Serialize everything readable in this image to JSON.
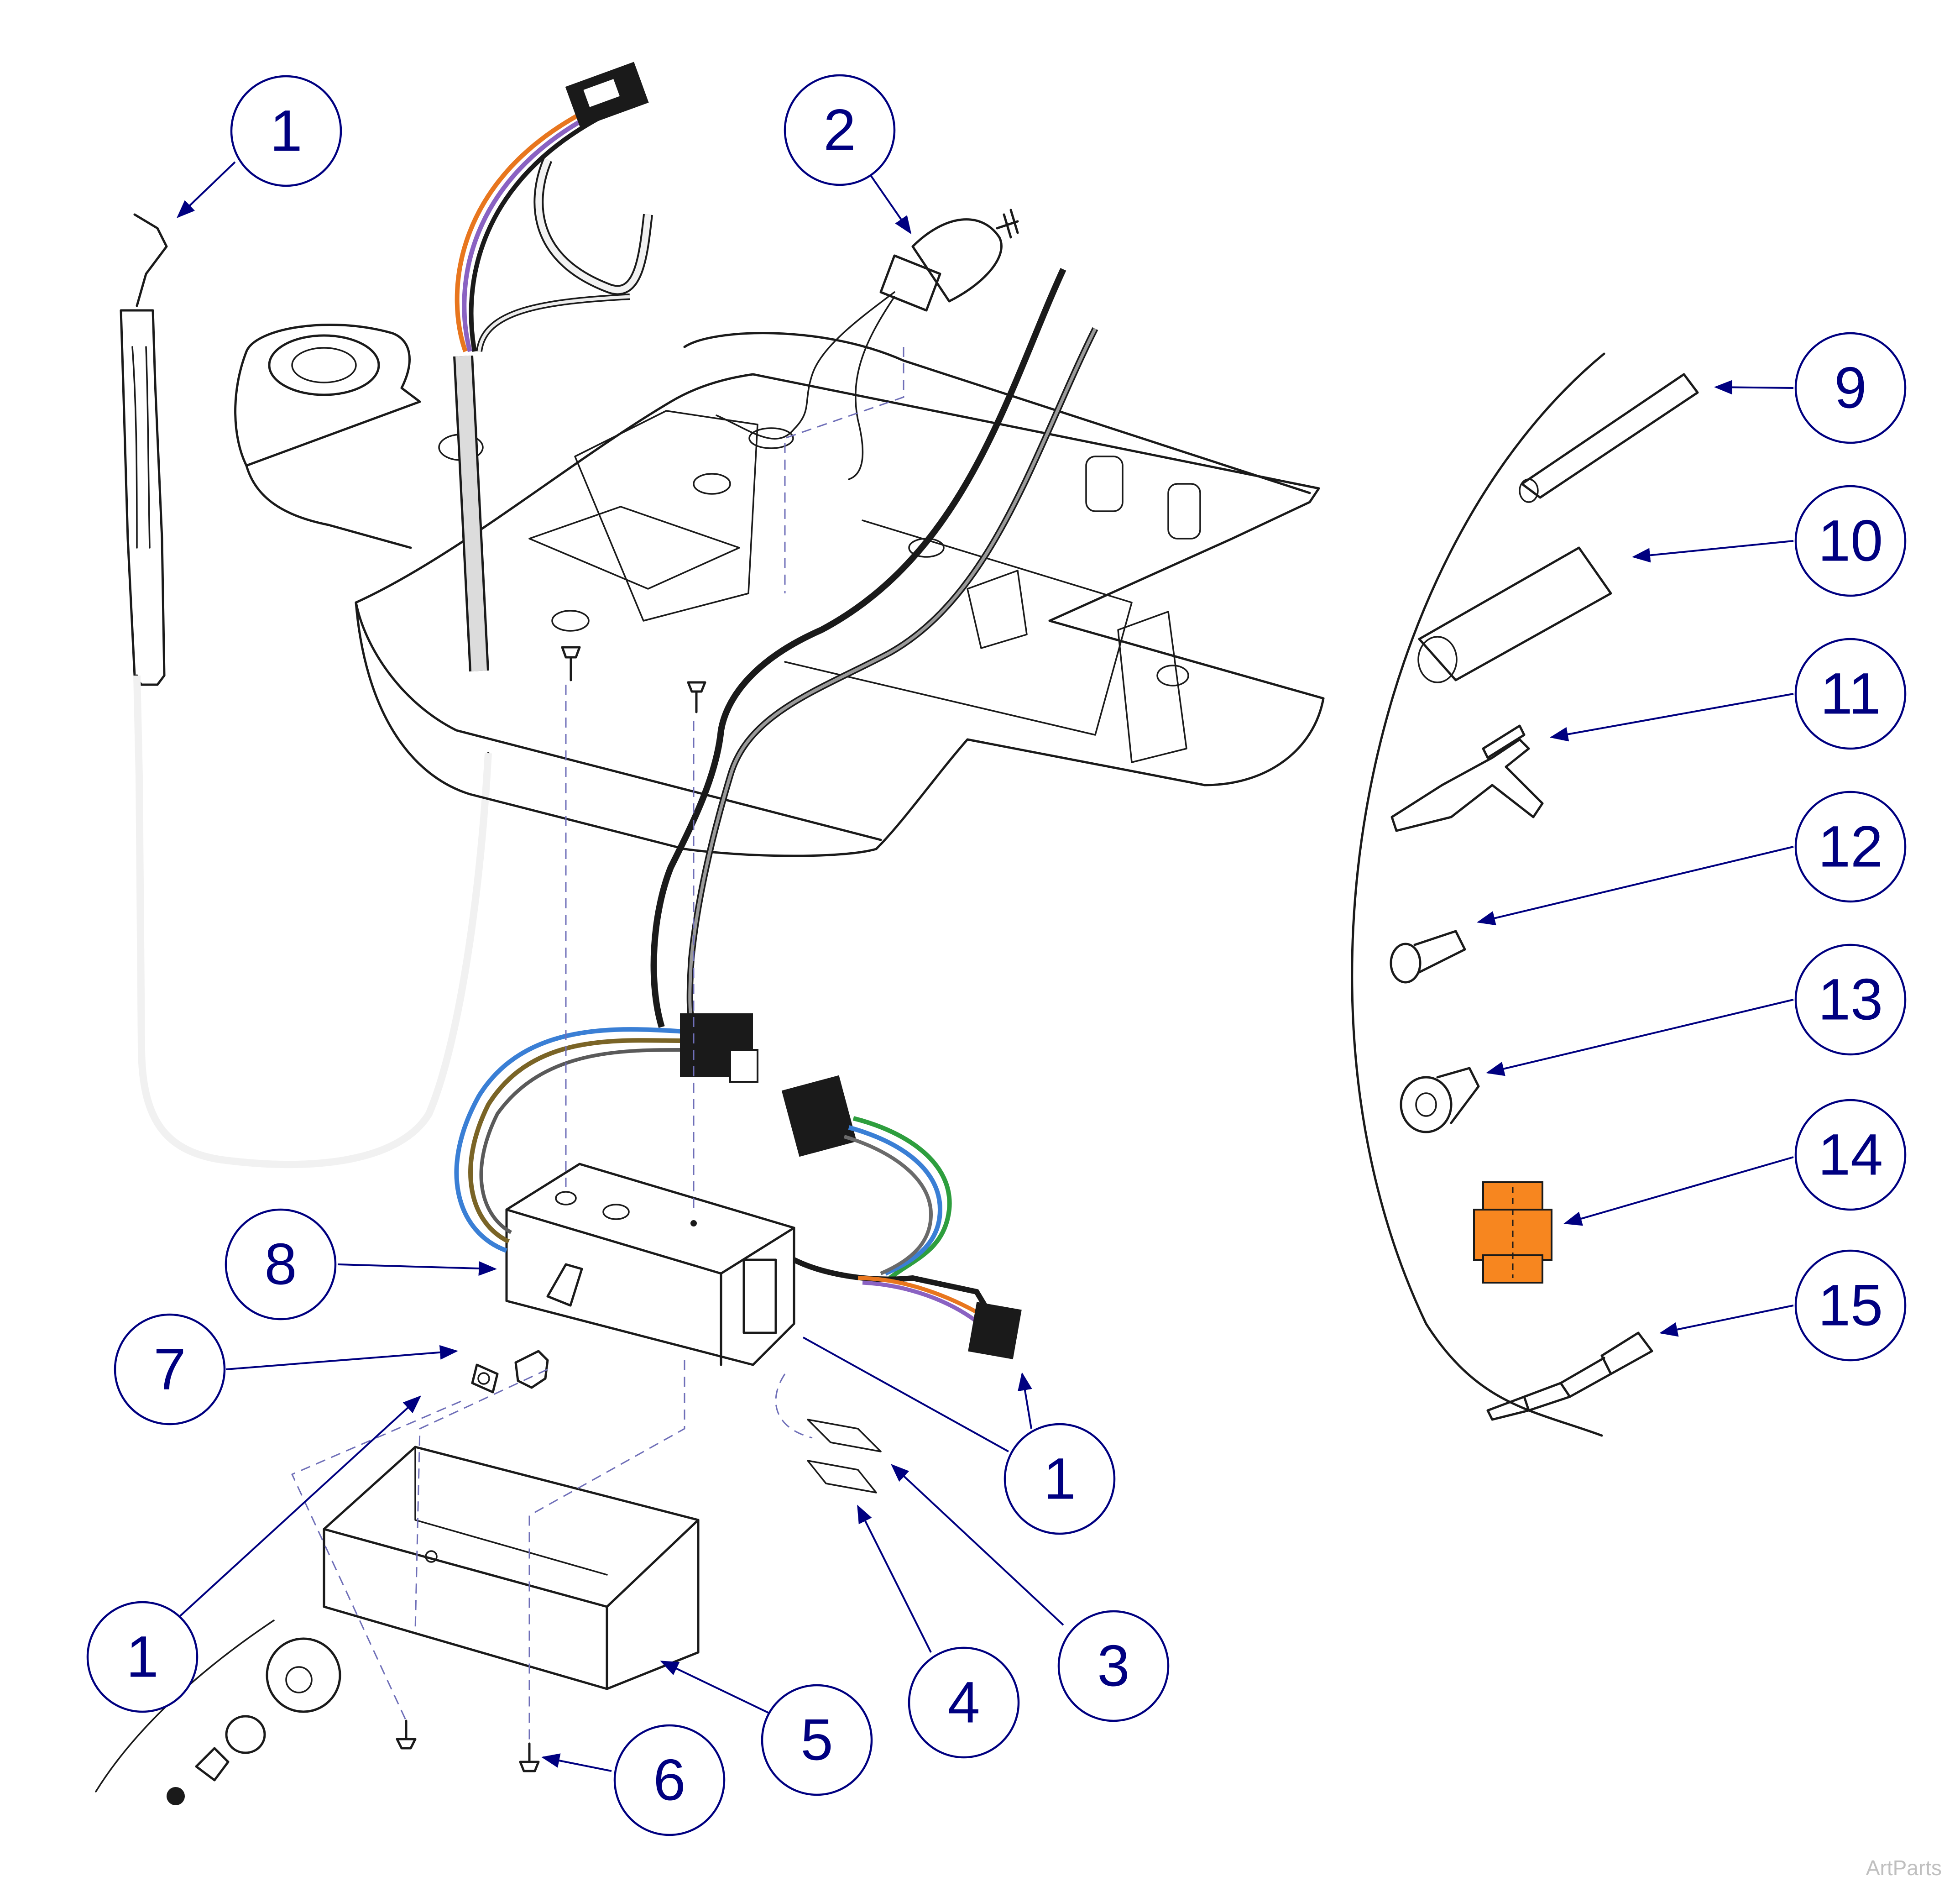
{
  "callouts": [
    {
      "label": "1"
    },
    {
      "label": "2"
    },
    {
      "label": "9"
    },
    {
      "label": "10"
    },
    {
      "label": "11"
    },
    {
      "label": "12"
    },
    {
      "label": "13"
    },
    {
      "label": "14"
    },
    {
      "label": "15"
    },
    {
      "label": "8"
    },
    {
      "label": "7"
    },
    {
      "label": "1"
    },
    {
      "label": "1"
    },
    {
      "label": "3"
    },
    {
      "label": "4"
    },
    {
      "label": "5"
    },
    {
      "label": "6"
    }
  ],
  "watermark": "ArtParts",
  "colors": {
    "callout": "#000080",
    "highlight_part": "#f7861f",
    "wire_orange": "#e8761e",
    "wire_purple": "#8a62c2",
    "wire_blue": "#3a7fd5",
    "wire_green": "#2e9e3e",
    "wire_brown": "#7a6426"
  },
  "highlighted_callout": "14"
}
